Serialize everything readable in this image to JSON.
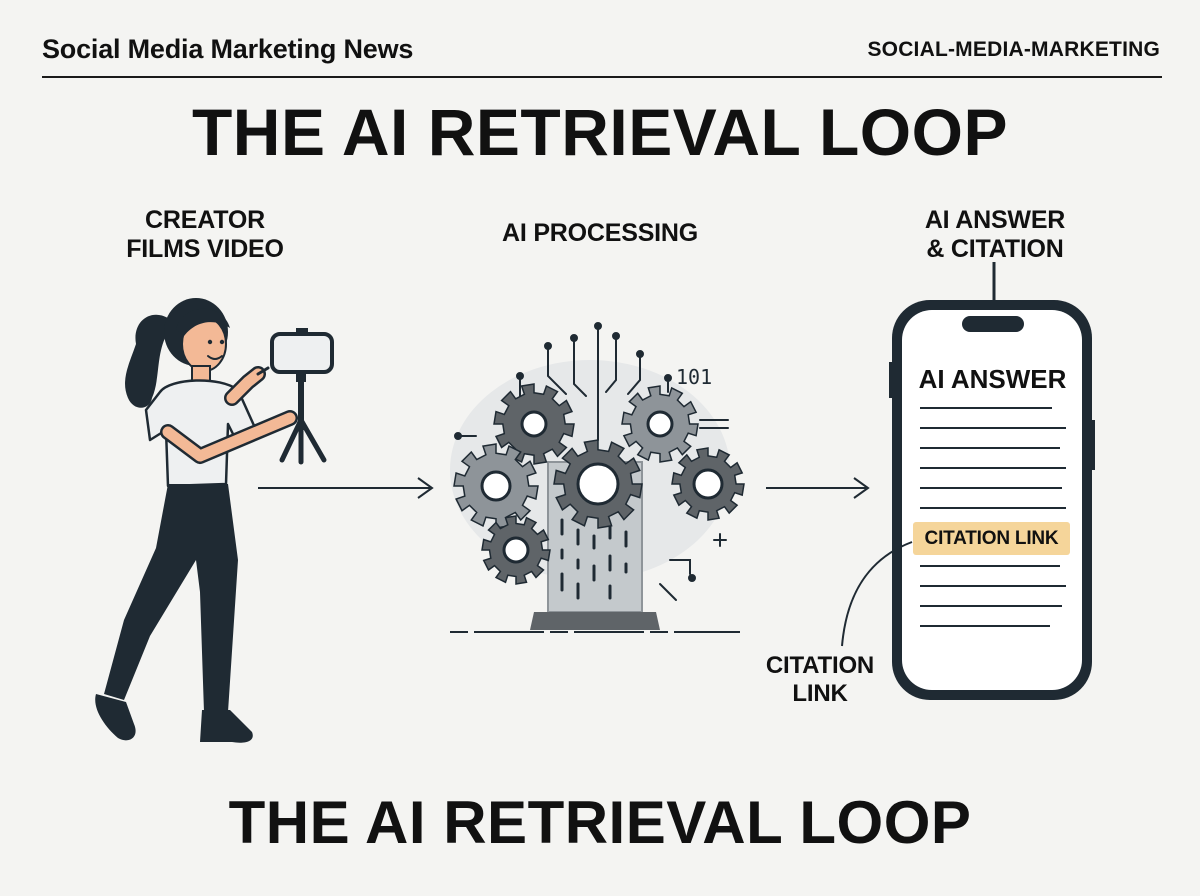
{
  "header": {
    "brand": "Social Media Marketing News",
    "category": "SOCIAL-MEDIA-MARKETING"
  },
  "title_top": "THE AI RETRIEVAL LOOP",
  "title_bottom": "THE AI RETRIEVAL LOOP",
  "steps": [
    {
      "line1": "CREATOR",
      "line2": "FILMS VIDEO"
    },
    {
      "line1": "AI PROCESSING"
    },
    {
      "line1": "AI ANSWER",
      "line2": "& CITATION"
    }
  ],
  "phone": {
    "heading": "AI ANSWER",
    "citation_pill": "CITATION LINK"
  },
  "callout": {
    "line1": "CITATION",
    "line2": "LINK"
  },
  "binary_text": "101",
  "colors": {
    "ink": "#1f2a33",
    "gear": "#5f6468",
    "gear_light": "#8e9499",
    "shirt": "#eef0f1",
    "skin": "#f3b996",
    "highlight": "#f5d59a",
    "background": "#f4f4f2"
  }
}
